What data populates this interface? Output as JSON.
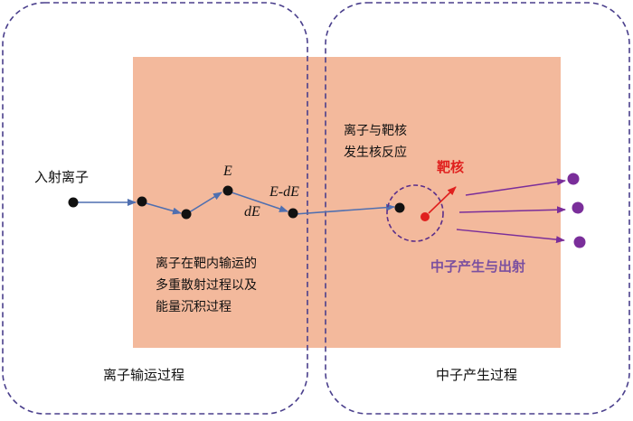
{
  "regions": {
    "left_title": "离子输运过程",
    "right_title": "中子产生过程"
  },
  "labels": {
    "incident_ion": "入射离子",
    "energy_e": "E",
    "energy_loss": "dE",
    "energy_e_minus_de": "E-dE",
    "transport_desc_line1": "离子在靶内输运的",
    "transport_desc_line2": "多重散射过程以及",
    "transport_desc_line3": "能量沉积过程",
    "reaction_line1": "离子与靶核",
    "reaction_line2": "发生核反应",
    "target_nucleus": "靶核",
    "neutron_emission": "中子产生与出射"
  },
  "colors": {
    "target_fill": "#f3b99c",
    "dashed_border": "#4a3f8c",
    "arrow_blue": "#4f6fb0",
    "target_red": "#e0201e",
    "neutron_purple": "#7a2e9a",
    "reaction_circle": "#5a2e8a",
    "label_purple": "#7a4fa0"
  }
}
